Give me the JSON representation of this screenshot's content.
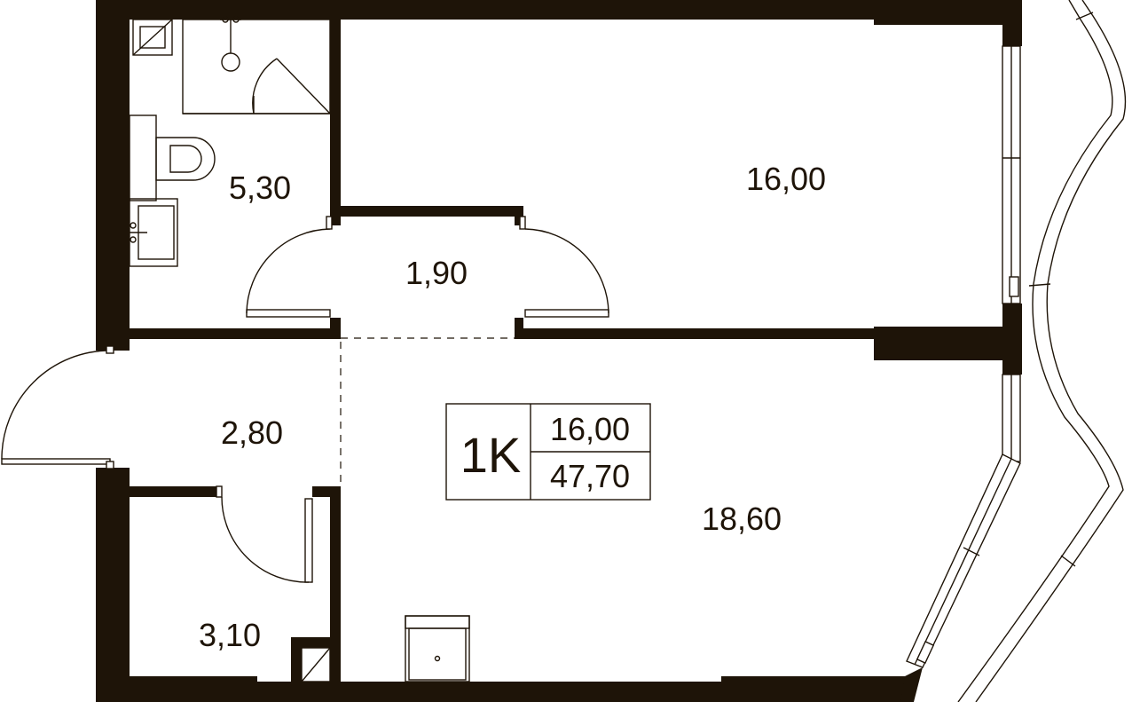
{
  "plan": {
    "rooms": [
      {
        "id": "living",
        "area": "16,00"
      },
      {
        "id": "bathroom",
        "area": "5,30"
      },
      {
        "id": "corridor",
        "area": "1,90"
      },
      {
        "id": "hall",
        "area": "2,80"
      },
      {
        "id": "storage",
        "area": "3,10"
      },
      {
        "id": "kitchen",
        "area": "18,60"
      }
    ],
    "badge": {
      "type": "1K",
      "living_area": "16,00",
      "total_area": "47,70"
    }
  }
}
